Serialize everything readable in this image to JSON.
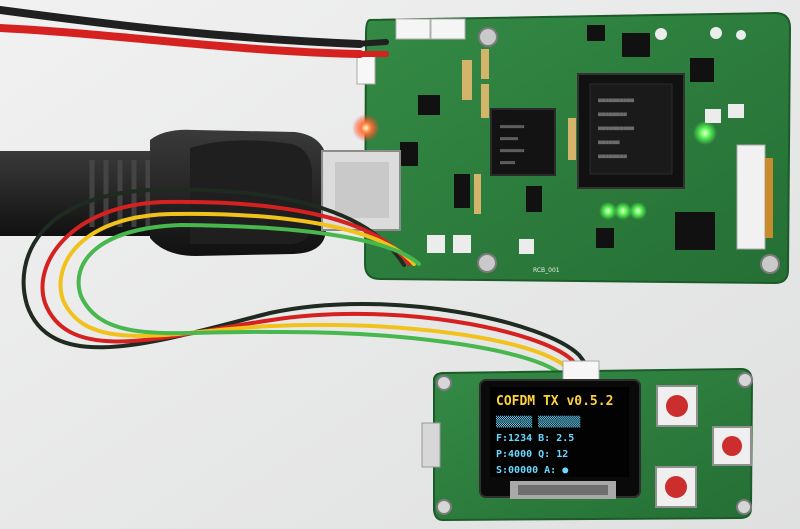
{
  "photo": {
    "subject": "Two green circuit boards connected by a four-wire cable, with an HDMI cable plugged into the main board",
    "background_color": "#e9eaea",
    "pcb_color": "#2f7d3c"
  },
  "main_board": {
    "silkscreen_label": "RCB_001",
    "led_colors": [
      "#ff4b2b",
      "#6cff5a"
    ]
  },
  "controller_board": {
    "oled": {
      "title": "COFDM TX v0.5.2",
      "lines": [
        "▒▒▒▒▒▒  ▒▒▒▒▒▒▒",
        "F:1234  B:  2.5",
        "P:4000  Q:  12",
        "S:00000 A:   ●"
      ]
    },
    "button_count": 3
  }
}
